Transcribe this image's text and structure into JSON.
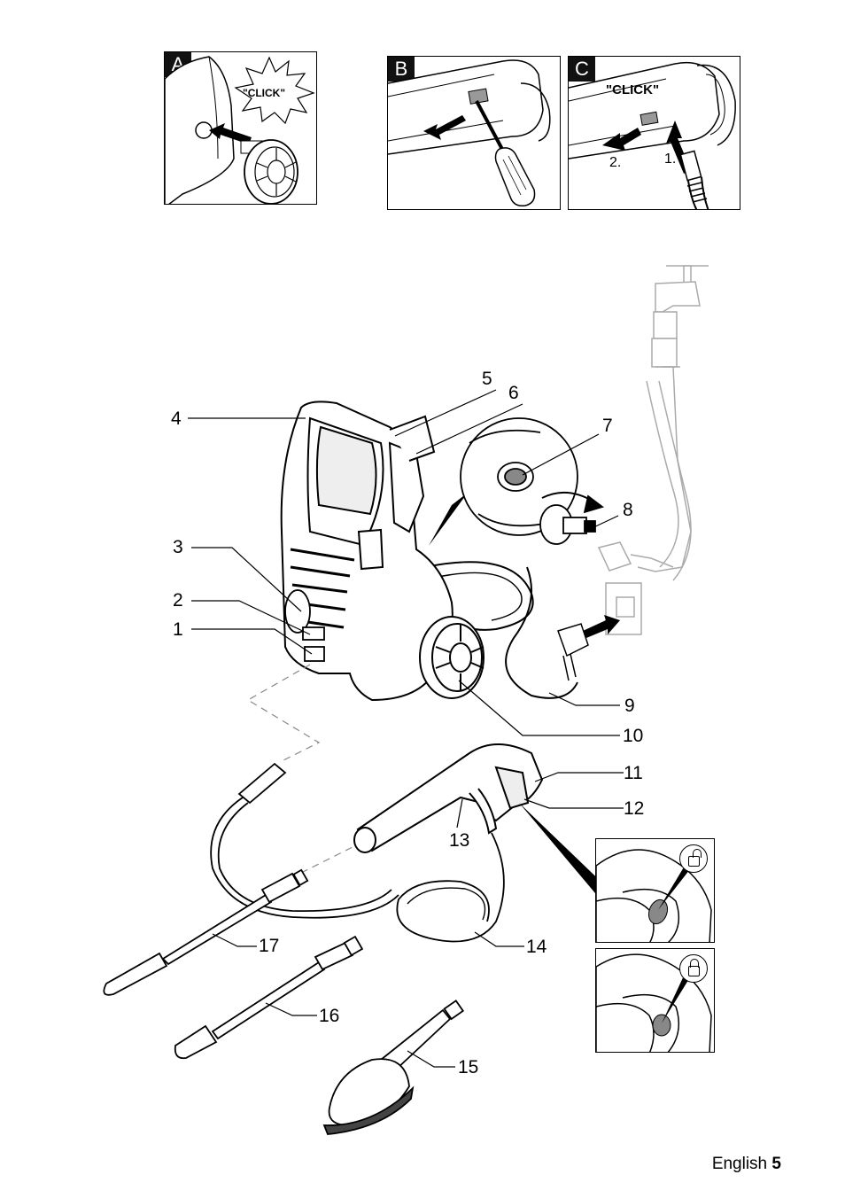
{
  "panels": {
    "a": {
      "tag": "A",
      "sound": "\"CLICK\""
    },
    "b": {
      "tag": "B"
    },
    "c": {
      "tag": "C",
      "sound": "\"CLICK\"",
      "step1": "1.",
      "step2": "2."
    }
  },
  "callouts": [
    "1",
    "2",
    "3",
    "4",
    "5",
    "6",
    "7",
    "8",
    "9",
    "10",
    "11",
    "12",
    "13",
    "14",
    "15",
    "16",
    "17"
  ],
  "lock_icons": [
    "unlock-icon",
    "lock-icon"
  ],
  "footer": {
    "language": "English",
    "page": "5"
  }
}
